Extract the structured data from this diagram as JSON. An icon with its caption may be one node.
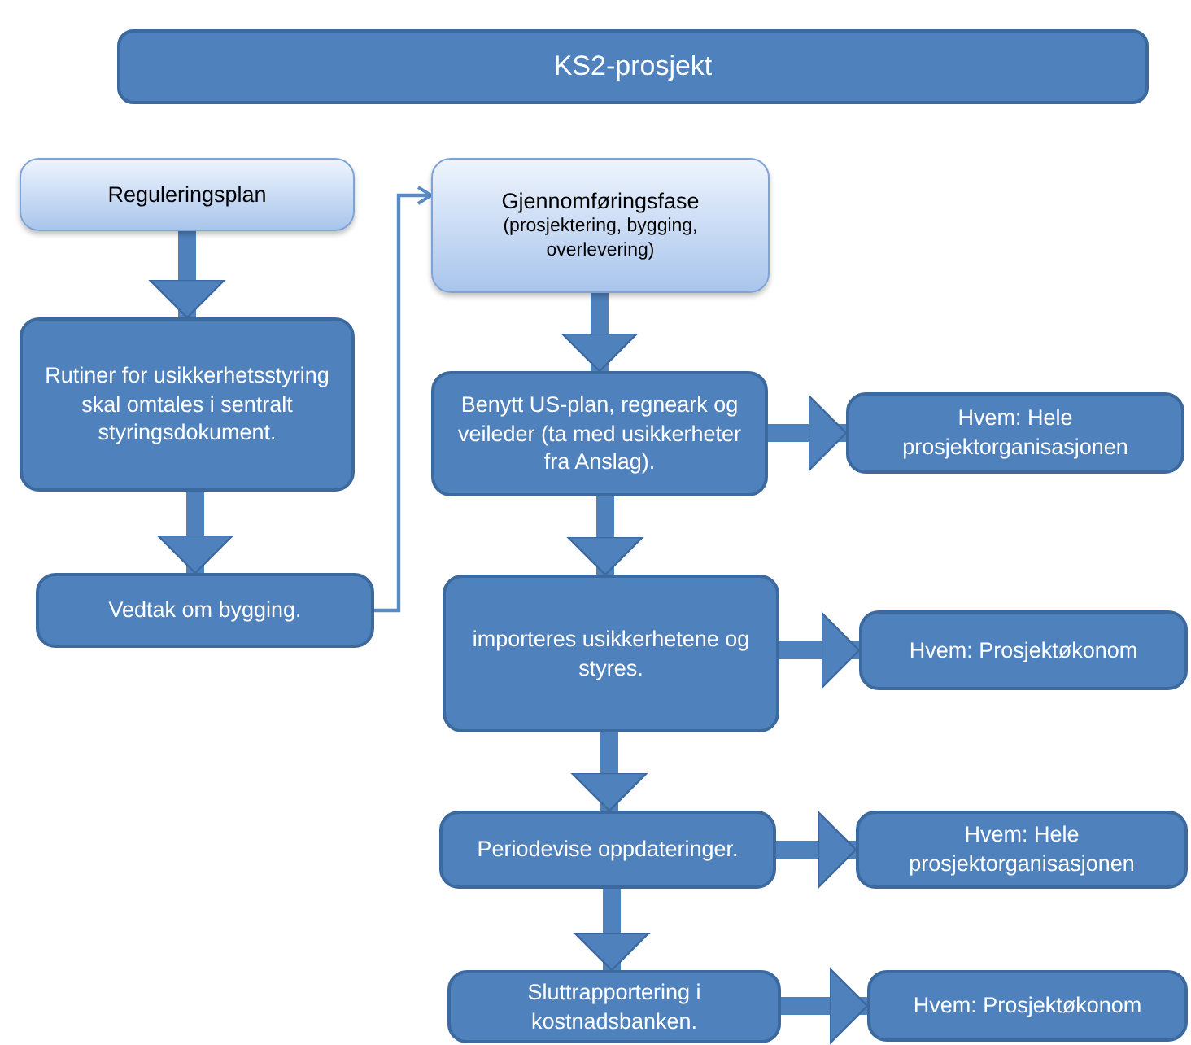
{
  "diagram": {
    "nodes": [
      {
        "text": [
          "KS2-prosjekt"
        ]
      },
      {
        "text": [
          "Reguleringsplan"
        ]
      },
      {
        "text": [
          "Rutiner for usikkerhetsstyring skal omtales i sentralt styringsdokument."
        ]
      },
      {
        "text": [
          "Vedtak om bygging."
        ]
      },
      {
        "text": [
          "Gjennomføringsfase",
          "(prosjektering, bygging, overlevering)"
        ]
      },
      {
        "text": [
          "Benytt US-plan, regneark og veileder (ta med usikkerheter fra Anslag)."
        ]
      },
      {
        "text": [
          "Hvem: Hele prosjektorganisasjonen"
        ]
      },
      {
        "text": [
          "importeres usikkerhetene og styres."
        ]
      },
      {
        "text": [
          "Hvem: Prosjektøkonom"
        ]
      },
      {
        "text": [
          "Periodevise oppdateringer."
        ]
      },
      {
        "text": [
          "Hvem: Hele prosjektorganisasjonen"
        ]
      },
      {
        "text": [
          "Sluttrapportering i kostnadsbanken."
        ]
      },
      {
        "text": [
          "Hvem: Prosjektøkonom"
        ]
      }
    ],
    "edges": [
      {
        "from": 1,
        "to": 2,
        "arrow": "to"
      },
      {
        "from": 2,
        "to": 3,
        "arrow": "to"
      },
      {
        "from": 3,
        "to": 4,
        "arrow": "to",
        "color": "#5b8bc7"
      },
      {
        "from": 4,
        "to": 5,
        "arrow": "to"
      },
      {
        "from": 5,
        "to": 6,
        "arrow": "to"
      },
      {
        "from": 5,
        "to": 7,
        "arrow": "to"
      },
      {
        "from": 7,
        "to": 8,
        "arrow": "to"
      },
      {
        "from": 7,
        "to": 9,
        "arrow": "to"
      },
      {
        "from": 9,
        "to": 10,
        "arrow": "to"
      },
      {
        "from": 9,
        "to": 11,
        "arrow": "to"
      },
      {
        "from": 11,
        "to": 12,
        "arrow": "to"
      }
    ]
  }
}
